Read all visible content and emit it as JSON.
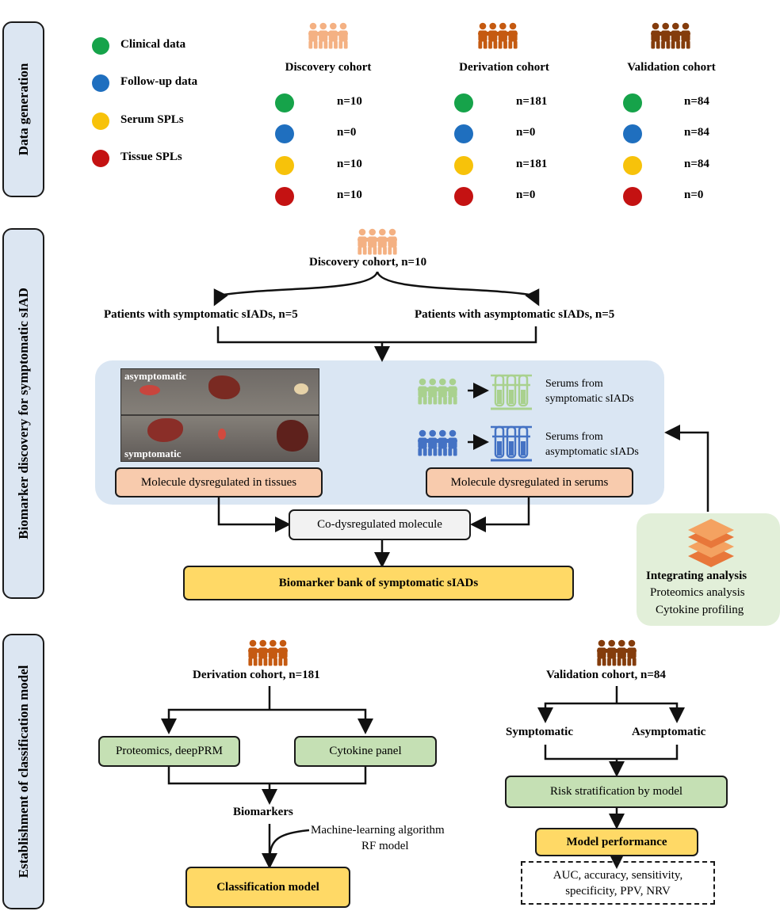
{
  "sections": {
    "data_generation": "Data generation",
    "biomarker_discovery": "Biomarker discovery  for symptomatic sIAD",
    "classification": "Establishment of classification model"
  },
  "legend": [
    {
      "label": "Clinical data",
      "color": "#16a34a"
    },
    {
      "label": "Follow-up data",
      "color": "#1f6fbf"
    },
    {
      "label": "Serum SPLs",
      "color": "#f7c20a"
    },
    {
      "label": "Tissue SPLs",
      "color": "#c41212"
    }
  ],
  "cohorts": [
    {
      "name": "Discovery cohort",
      "values": [
        "n=10",
        "n=0",
        "n=10",
        "n=10"
      ],
      "icon_color": "#f4b183"
    },
    {
      "name": "Derivation cohort",
      "values": [
        "n=181",
        "n=0",
        "n=181",
        "n=0"
      ],
      "icon_color": "#c55a11"
    },
    {
      "name": "Validation cohort",
      "values": [
        "n=84",
        "n=84",
        "n=84",
        "n=0"
      ],
      "icon_color": "#843c0c"
    }
  ],
  "discovery": {
    "cohort_label": "Discovery cohort, n=10",
    "symptomatic_label": "Patients with symptomatic sIADs, n=5",
    "asymptomatic_label": "Patients with asymptomatic sIADs, n=5",
    "photo_top_label": "asymptomatic",
    "photo_bottom_label": "symptomatic",
    "serum_symptomatic_line1": "Serums from",
    "serum_symptomatic_line2": "symptomatic sIADs",
    "serum_asymptomatic_line1": "Serums from",
    "serum_asymptomatic_line2": "asymptomatic sIADs",
    "tissue_box": "Molecule dysregulated in tissues",
    "serum_box": "Molecule dysregulated in serums",
    "co_box": "Co-dysregulated molecule",
    "bank_box": "Biomarker bank of symptomatic sIADs",
    "integrating_title": "Integrating analysis",
    "integrating_line1": "Proteomics analysis",
    "integrating_line2": "Cytokine profiling"
  },
  "classification": {
    "derivation_label": "Derivation cohort, n=181",
    "proteomics_box": "Proteomics, deepPRM",
    "cytokine_box": "Cytokine panel",
    "biomarkers_label": "Biomarkers",
    "ml_line1": "Machine-learning algorithm",
    "ml_line2": "RF model",
    "classification_box": "Classification model",
    "validation_label": "Validation cohort, n=84",
    "symptomatic": "Symptomatic",
    "asymptomatic": "Asymptomatic",
    "risk_box": "Risk stratification by model",
    "performance_box": "Model performance",
    "metrics_line1": "AUC, accuracy, sensitivity,",
    "metrics_line2": "specificity, PPV, NRV"
  },
  "colors": {
    "peach_box": "#f8cbad",
    "green_box": "#c5e0b4",
    "yellow_box": "#ffd966",
    "gray_box": "#f2f2f2",
    "discovery_panel": "#dae6f3",
    "integrating_panel": "#e2efd9",
    "serum_green": "#a9d18e",
    "serum_blue": "#4472c4",
    "stack_orange": "#f4a261"
  }
}
